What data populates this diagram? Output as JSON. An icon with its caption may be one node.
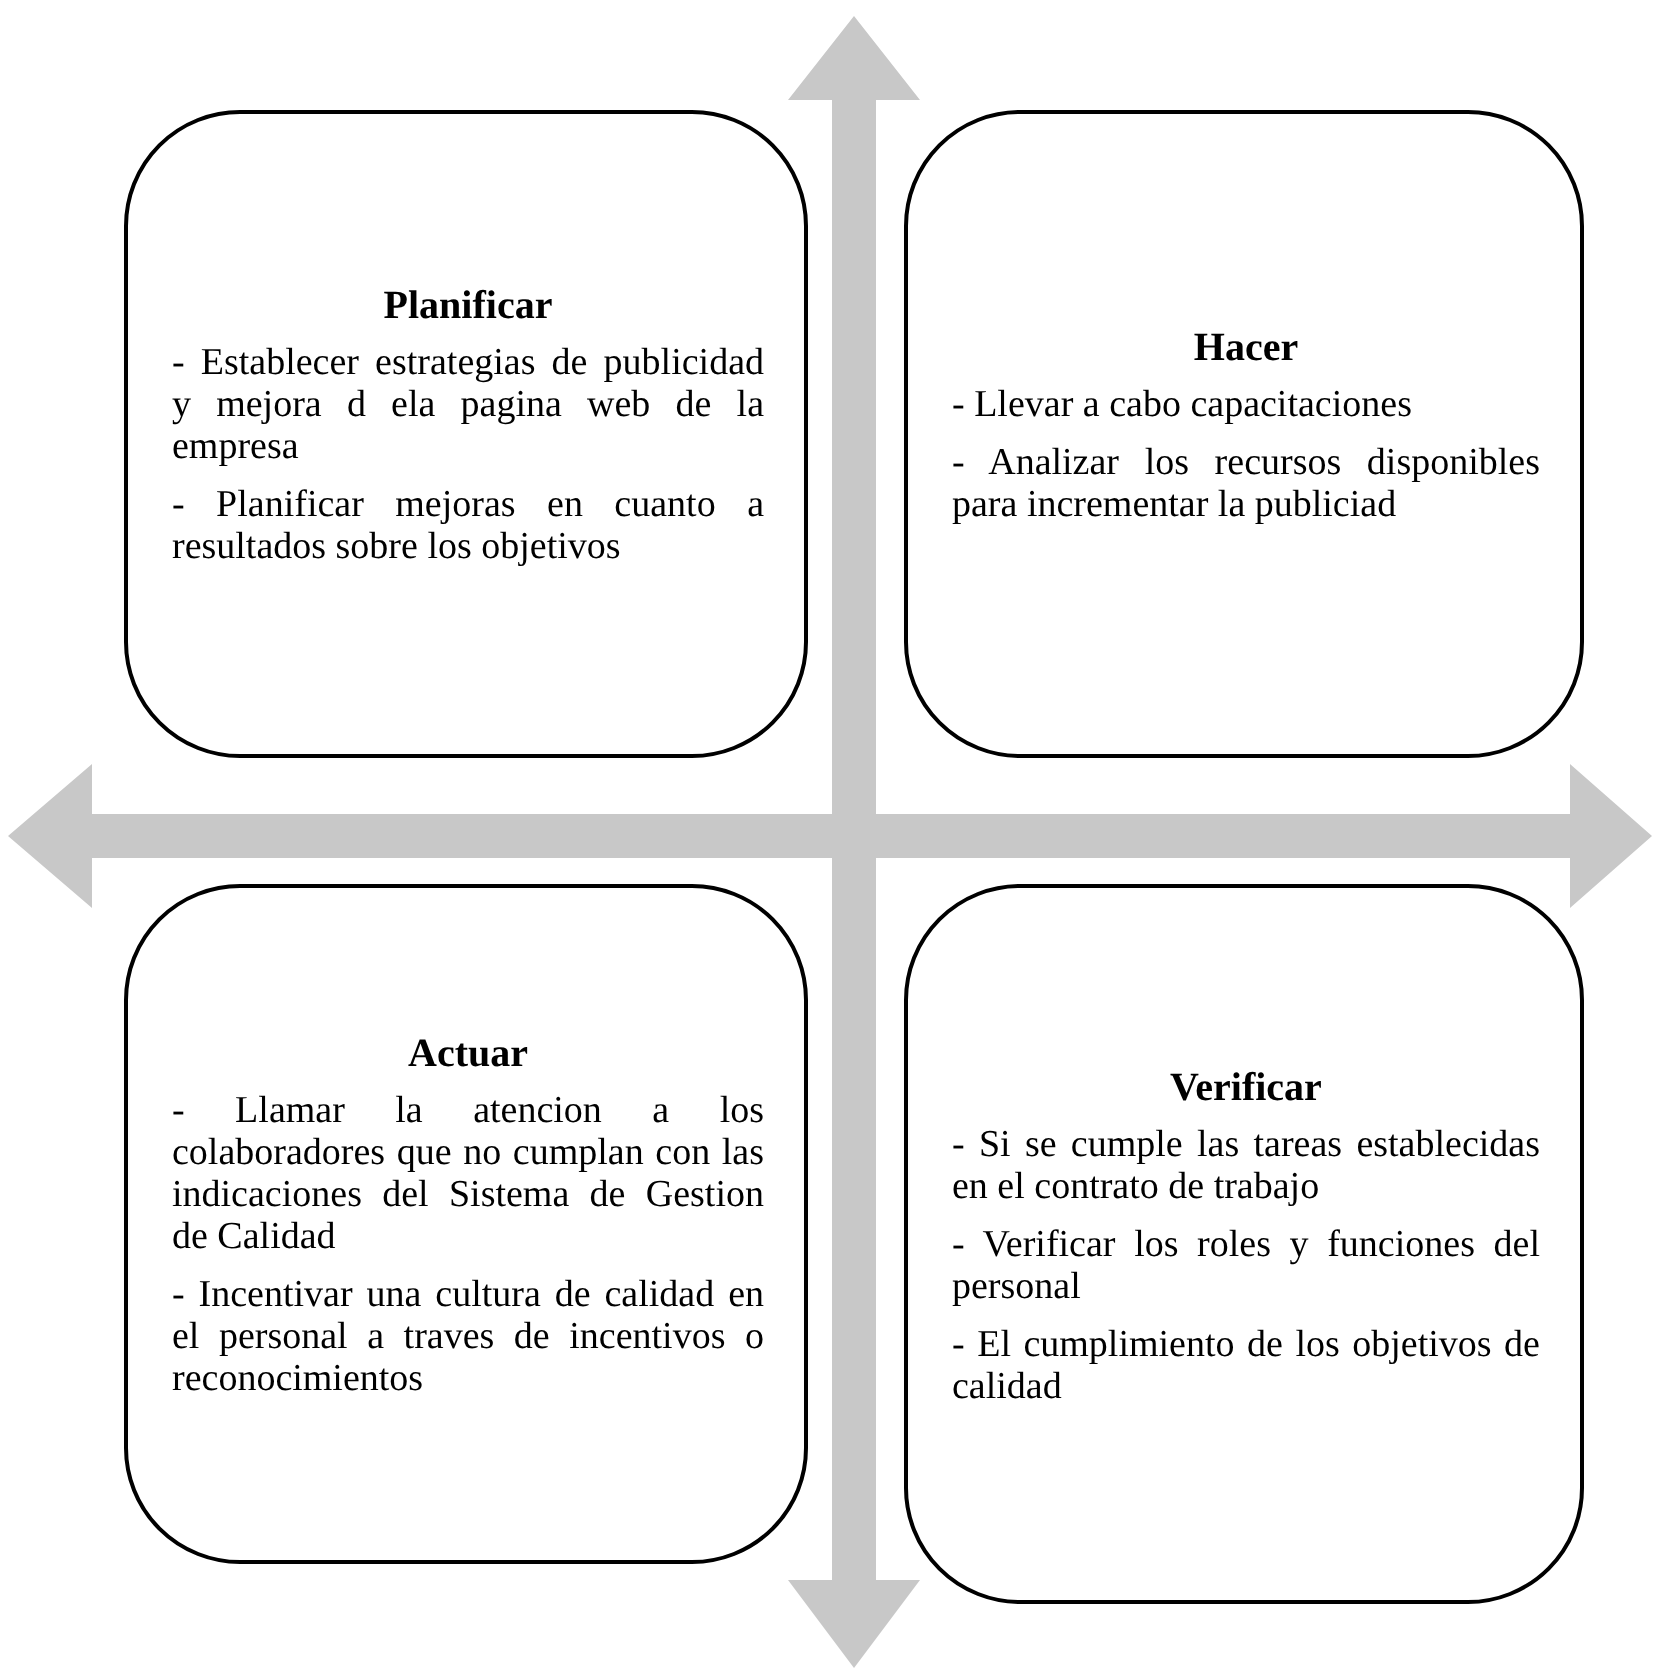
{
  "diagram": {
    "nodes": [
      {
        "text": [
          "Planificar",
          "- Establecer estrategias de publicidad y mejora d ela pagina web de la empresa",
          "- Planificar mejoras en cuanto a resultados sobre los objetivos"
        ]
      },
      {
        "text": [
          "Hacer",
          "- Llevar a cabo capacitaciones",
          "- Analizar los recursos disponibles para incrementar la publiciad"
        ]
      },
      {
        "text": [
          "Actuar",
          "- Llamar la atencion a los colaboradores que no cumplan con las indicaciones del Sistema de Gestion de Calidad",
          "- Incentivar una cultura de calidad en el personal a traves de incentivos o reconocimientos"
        ]
      },
      {
        "text": [
          "Verificar",
          " - Si se cumple las tareas establecidas en el contrato de trabajo",
          "- Verificar los roles y funciones del personal",
          "- El cumplimiento de los objetivos de calidad"
        ]
      }
    ]
  }
}
